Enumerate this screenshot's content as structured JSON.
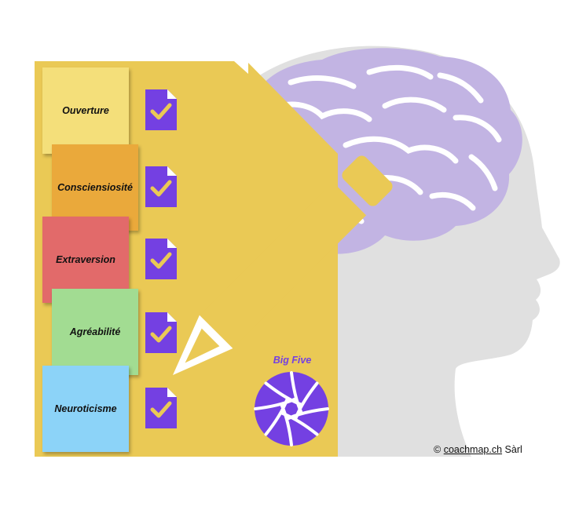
{
  "colors": {
    "head": "#e0e0e0",
    "brain": "#c2b4e3",
    "brain_lines": "#ffffff",
    "clipboard": "#eac955",
    "icon_purple": "#7440e2",
    "check": "#eac955",
    "aperture": "#7440e2"
  },
  "traits": [
    {
      "label": "Ouverture",
      "color": "#f4df7a"
    },
    {
      "label": "Consciensiosité",
      "color": "#eaa93b"
    },
    {
      "label": "Extraversion",
      "color": "#e26a6a"
    },
    {
      "label": "Agréabilité",
      "color": "#a2dc92"
    },
    {
      "label": "Neuroticisme",
      "color": "#8cd3f8"
    }
  ],
  "icons": {
    "check_doc": "document-check-icon",
    "pencil": "pencil-icon",
    "aperture": "camera-aperture-icon",
    "head": "human-head-profile",
    "brain": "brain-icon"
  },
  "brand": {
    "label": "Big Five"
  },
  "copyright": {
    "symbol": "©",
    "link": "coachmap.ch",
    "suffix": "Sàrl"
  }
}
